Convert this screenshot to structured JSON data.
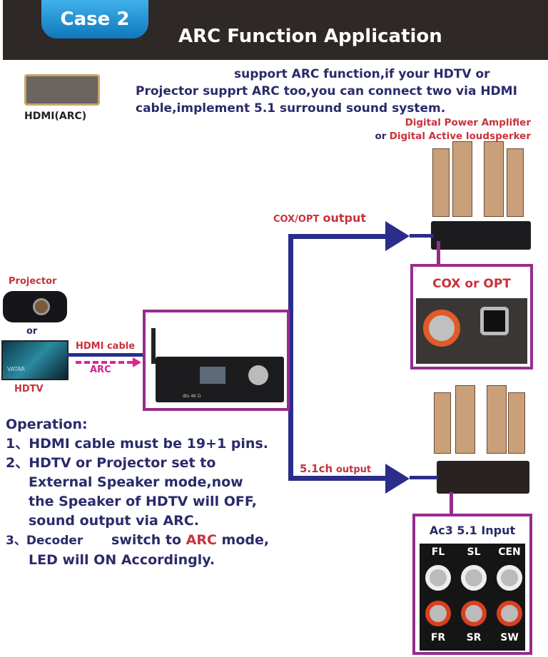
{
  "header": {
    "case_label": "Case 2",
    "title": "ARC Function Application"
  },
  "hdmi_badge": {
    "label": "HDMI(ARC)",
    "icon": "hdmi-port-icon"
  },
  "description": [
    "support ARC function,if your HDTV or",
    "Projector supprt ARC too,you can connect two via HDMI",
    "cable,implement 5.1 surround sound system."
  ],
  "amplifier": {
    "line1": "Digital Power Amplifier",
    "or": "or",
    "line2": "Digital  Active loudsperker"
  },
  "source": {
    "projector": "Projector",
    "or": "or",
    "hdtv": "HDTV",
    "tv_screen_text": "VATAR"
  },
  "cable": {
    "hdmi": "HDMI cable",
    "arc": "ARC"
  },
  "outputs": {
    "cox_opt_prefix": "COX/OPT",
    "cox_opt_suffix": "output",
    "ch51_prefix": "5.1ch",
    "ch51_suffix": "output"
  },
  "cox_box": {
    "title": "COX or OPT"
  },
  "ac3_box": {
    "title": "Ac3 5.1 Input",
    "channels": [
      "FL",
      "SL",
      "CEN",
      "FR",
      "SR",
      "SW"
    ]
  },
  "device": {
    "label": "dts 4K D"
  },
  "operation": {
    "title": "Operation:",
    "steps": [
      "1、HDMI cable must be 19+1 pins.",
      "2、HDTV or Projector set to",
      "External Speaker mode,now",
      "the Speaker of HDTV will OFF,",
      "sound output via ARC."
    ],
    "step3_prefix": "3、Decoder",
    "step3_mid": "switch to",
    "step3_arc": "ARC",
    "step3_suffix": "mode,",
    "step3_line2": "LED will ON Accordingly."
  },
  "colors": {
    "header": "#2e2826",
    "tab": "#1a8fd0",
    "navy": "#2a2a6b",
    "red": "#c8323c",
    "frame": "#962c8e",
    "line": "#2b2d8a",
    "arc": "#e0248c"
  }
}
